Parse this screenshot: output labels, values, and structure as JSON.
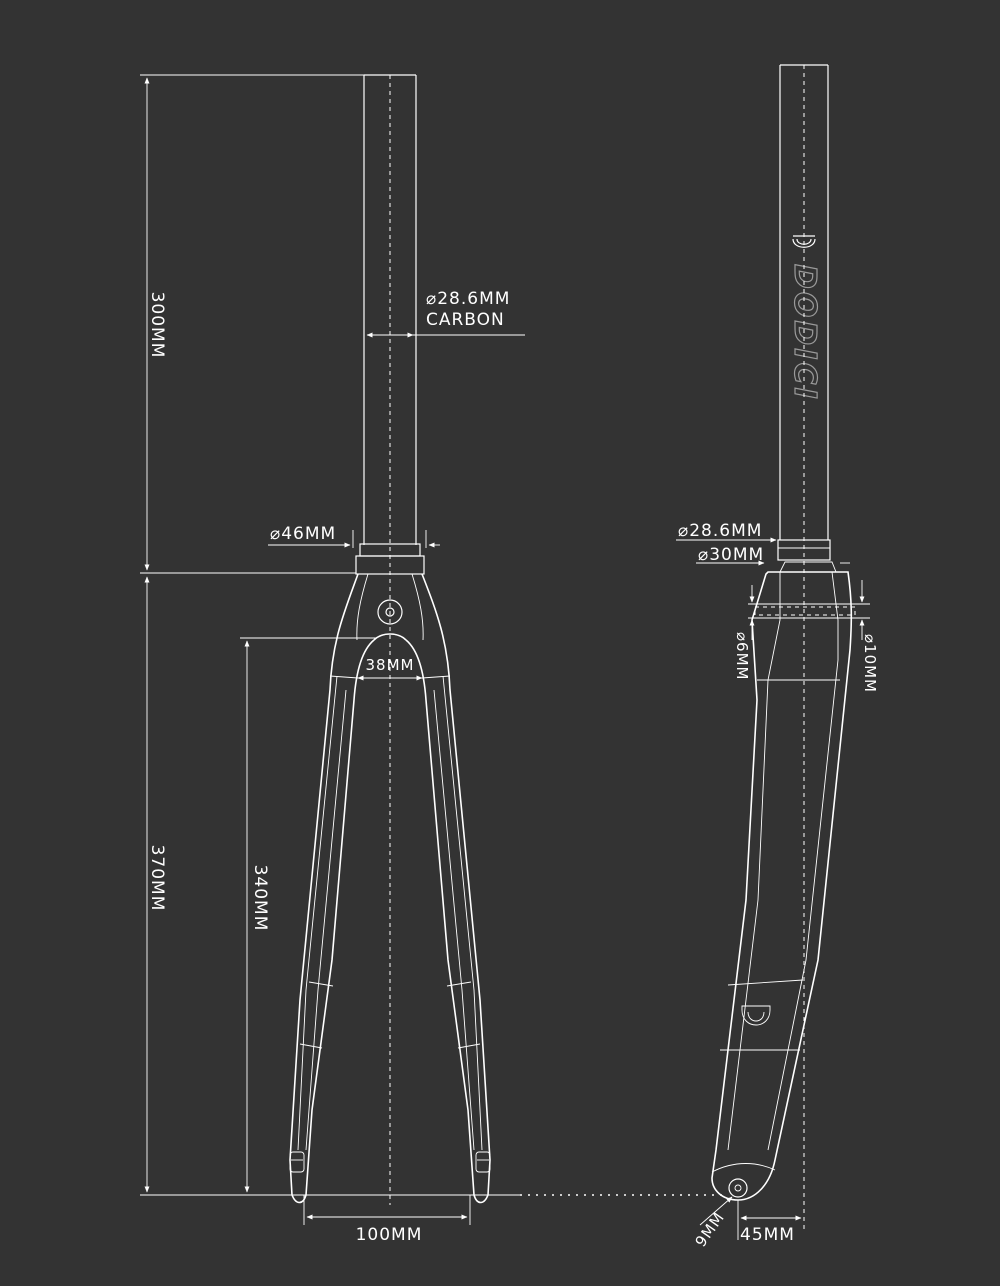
{
  "colors": {
    "background": "#333333",
    "line": "#ffffff",
    "brand": "#9a9a9a"
  },
  "front_view": {
    "steerer_height": "300MM",
    "blade_height": "370MM",
    "axle_to_crown": "340MM",
    "steerer_diameter": "⌀28.6MM",
    "steerer_material": "CARBON",
    "crown_race_diameter": "⌀46MM",
    "crown_gap": "38MM",
    "hub_spacing": "100MM"
  },
  "side_view": {
    "brand_text": "DODICI",
    "steerer_diameter": "⌀28.6MM",
    "crown_diameter": "⌀30MM",
    "brake_hole_left": "⌀6MM",
    "brake_hole_right": "⌀10MM",
    "dropout_slot": "9MM",
    "offset": "45MM"
  },
  "icons": [
    "dodici-logo-icon",
    "dodici-badge-icon"
  ]
}
